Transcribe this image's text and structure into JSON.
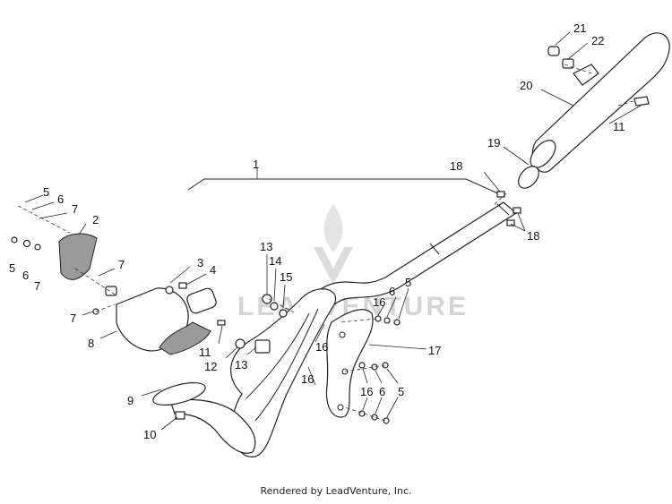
{
  "diagram": {
    "callouts": [
      "1",
      "2",
      "3",
      "4",
      "5",
      "6",
      "7",
      "8",
      "9",
      "10",
      "11",
      "12",
      "13",
      "14",
      "15",
      "16",
      "17",
      "18",
      "19",
      "20",
      "21",
      "22"
    ],
    "watermark": "LEADVENTURE"
  },
  "footer": {
    "text": "Rendered by LeadVenture, Inc."
  }
}
